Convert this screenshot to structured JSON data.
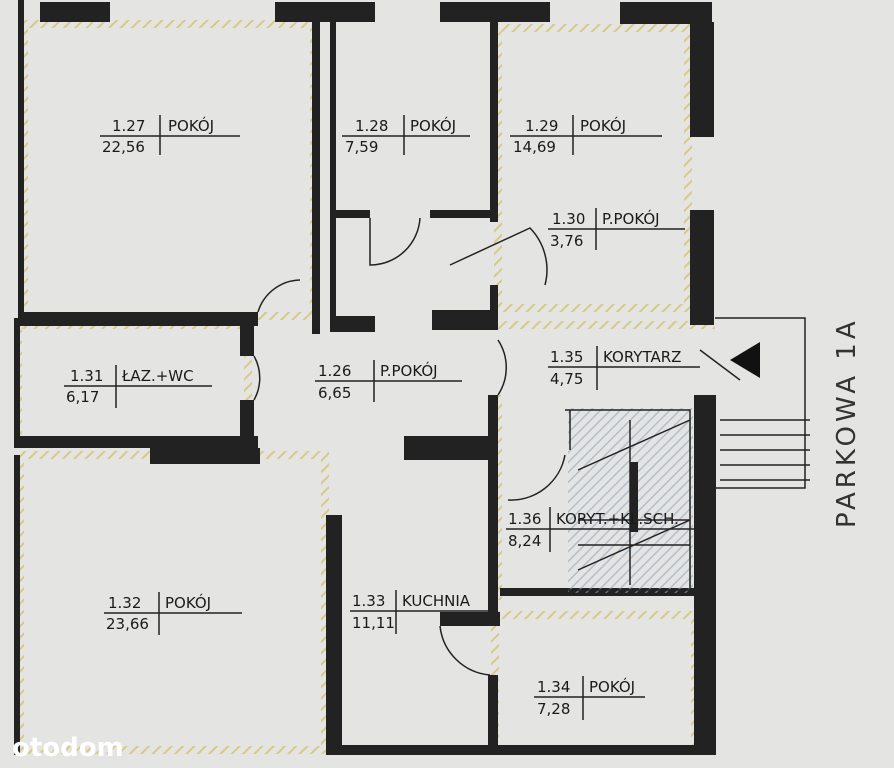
{
  "street": "PARKOWA 1A",
  "watermark": "otodom",
  "rooms": [
    {
      "number": "1.27",
      "name": "POKÓJ",
      "area": "22,56"
    },
    {
      "number": "1.28",
      "name": "POKÓJ",
      "area": "7,59"
    },
    {
      "number": "1.29",
      "name": "POKÓJ",
      "area": "14,69"
    },
    {
      "number": "1.30",
      "name": "P.POKÓJ",
      "area": "3,76"
    },
    {
      "number": "1.31",
      "name": "ŁAZ.+WC",
      "area": "6,17"
    },
    {
      "number": "1.26",
      "name": "P.POKÓJ",
      "area": "6,65"
    },
    {
      "number": "1.35",
      "name": "KORYTARZ",
      "area": "4,75"
    },
    {
      "number": "1.36",
      "name": "KORYT.+KL.SCH.",
      "area": "8,24"
    },
    {
      "number": "1.32",
      "name": "POKÓJ",
      "area": "23,66"
    },
    {
      "number": "1.33",
      "name": "KUCHNIA",
      "area": "11,11"
    },
    {
      "number": "1.34",
      "name": "POKÓJ",
      "area": "7,28"
    }
  ],
  "colors": {
    "wall": "#222222",
    "insulation": "#d6ca86",
    "stair_hatch": "#8fa8c0",
    "background": "#e4e4e2"
  }
}
